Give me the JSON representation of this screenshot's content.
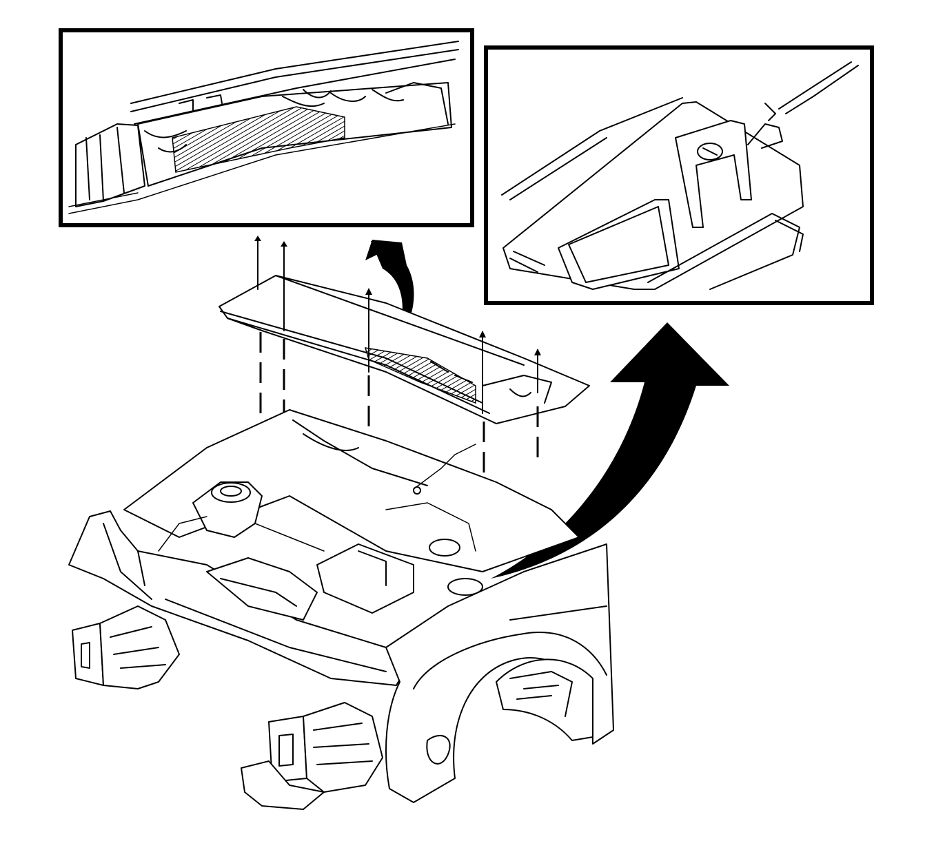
{
  "diagram": {
    "type": "exploded-assembly-illustration",
    "subject": "air-inlet-grille-panel-and-fasteners",
    "fastener_count": 6,
    "detail_views": [
      {
        "name": "cowl-panel-detail"
      },
      {
        "name": "clip-retainer-detail"
      }
    ],
    "callout_arrows": [
      {
        "name": "callout-arrow-left",
        "target": "cowl-panel-detail"
      },
      {
        "name": "callout-arrow-right",
        "target": "clip-retainer-detail"
      }
    ],
    "colors": {
      "line": "#000000",
      "background": "#ffffff"
    }
  }
}
